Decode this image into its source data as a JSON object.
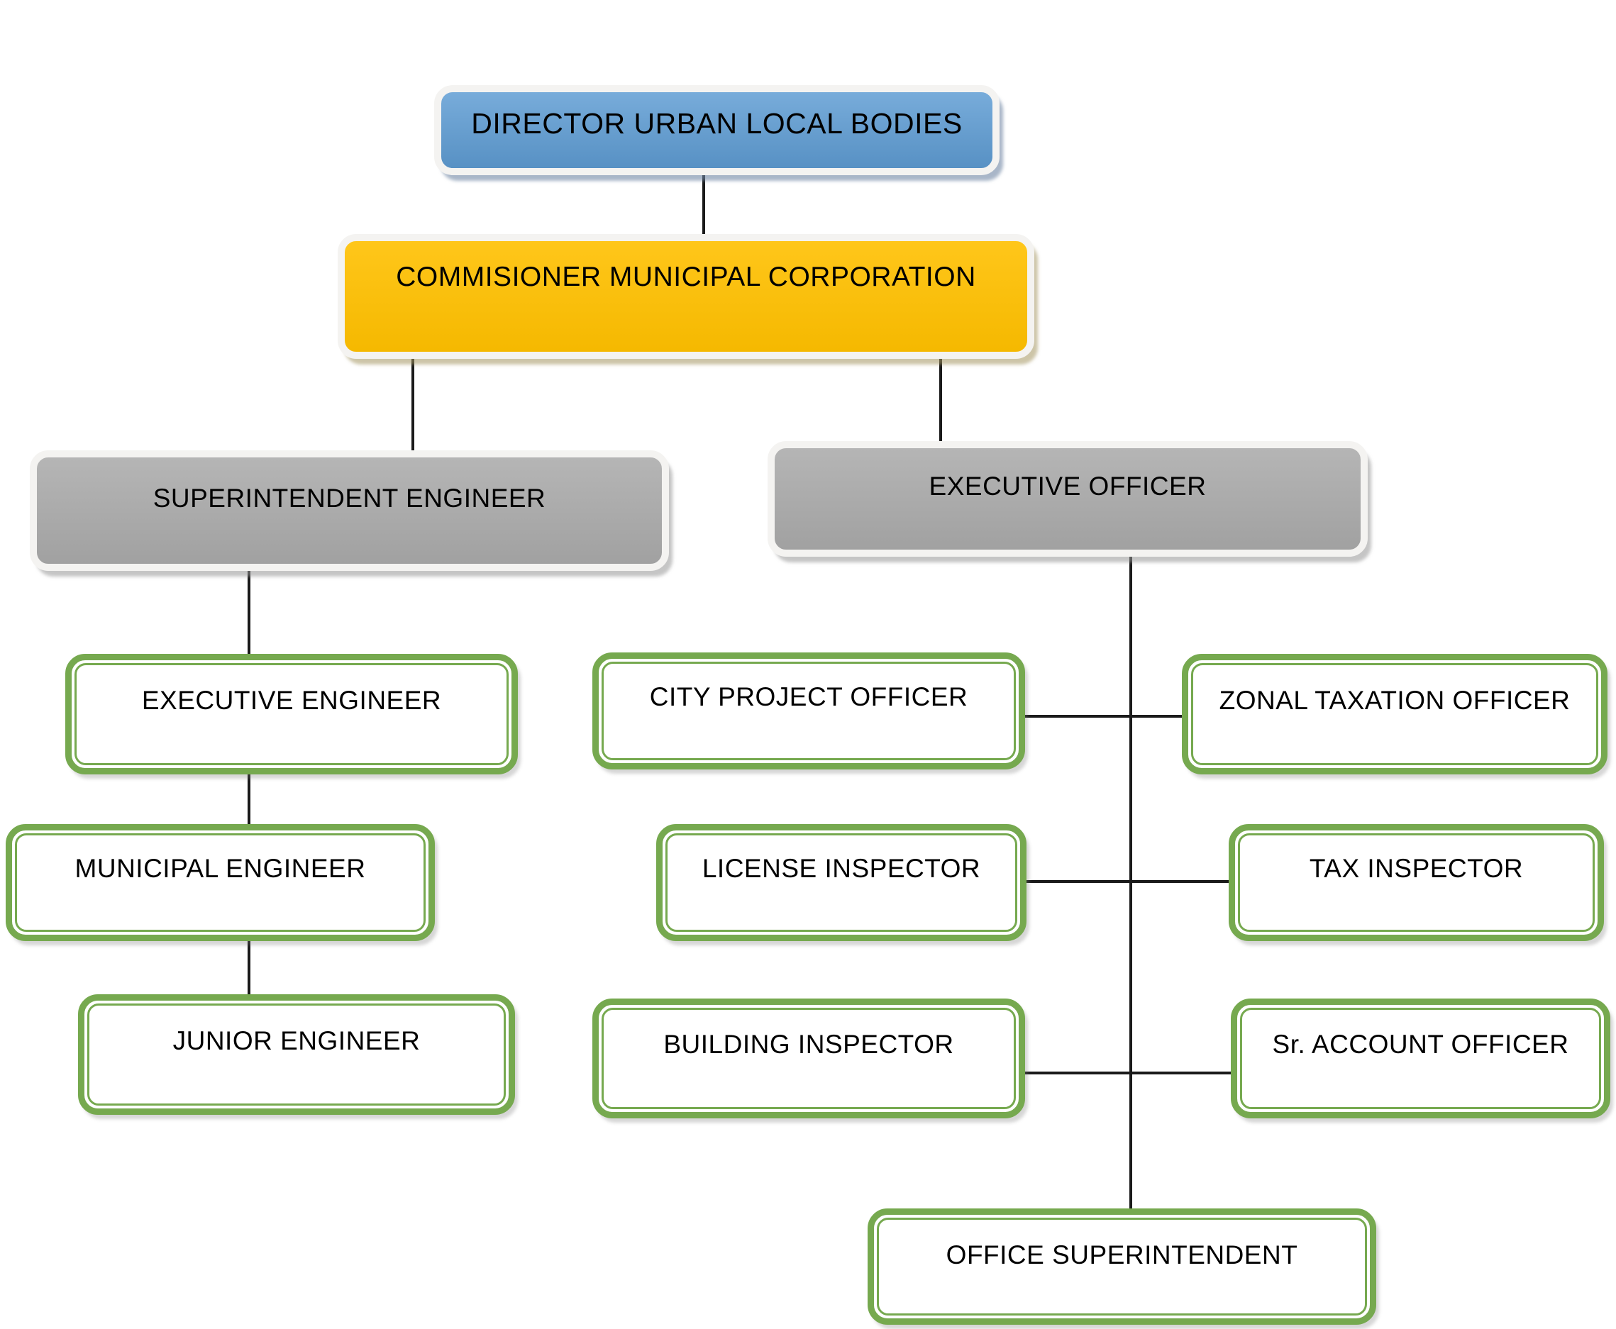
{
  "diagram": {
    "type": "org-chart",
    "nodes": {
      "director": {
        "label": "DIRECTOR URBAN LOCAL BODIES"
      },
      "commissioner": {
        "label": "COMMISIONER MUNICIPAL CORPORATION"
      },
      "superintendent_engineer": {
        "label": "SUPERINTENDENT ENGINEER"
      },
      "executive_officer": {
        "label": "EXECUTIVE OFFICER"
      },
      "executive_engineer": {
        "label": "EXECUTIVE ENGINEER"
      },
      "municipal_engineer": {
        "label": "MUNICIPAL ENGINEER"
      },
      "junior_engineer": {
        "label": "JUNIOR ENGINEER"
      },
      "city_project_officer": {
        "label": "CITY PROJECT OFFICER"
      },
      "license_inspector": {
        "label": "LICENSE INSPECTOR"
      },
      "building_inspector": {
        "label": "BUILDING INSPECTOR"
      },
      "zonal_taxation_officer": {
        "label": "ZONAL TAXATION OFFICER"
      },
      "tax_inspector": {
        "label": "TAX INSPECTOR"
      },
      "sr_account_officer": {
        "label": "Sr. ACCOUNT OFFICER"
      },
      "office_superintendent": {
        "label": "OFFICE SUPERINTENDENT"
      }
    },
    "edges": [
      [
        "director",
        "commissioner"
      ],
      [
        "commissioner",
        "superintendent_engineer"
      ],
      [
        "commissioner",
        "executive_officer"
      ],
      [
        "superintendent_engineer",
        "executive_engineer"
      ],
      [
        "executive_engineer",
        "municipal_engineer"
      ],
      [
        "municipal_engineer",
        "junior_engineer"
      ],
      [
        "executive_officer",
        "office_superintendent"
      ],
      [
        "city_project_officer",
        "zonal_taxation_officer"
      ],
      [
        "license_inspector",
        "tax_inspector"
      ],
      [
        "building_inspector",
        "sr_account_officer"
      ]
    ],
    "colors": {
      "director_fill": "#5E9CD3",
      "commissioner_fill": "#FFC000",
      "officer_fill": "#ABABAB",
      "green_border": "#76A94F",
      "frame": "#F4F3F1",
      "connector": "#1A1A1A"
    }
  }
}
